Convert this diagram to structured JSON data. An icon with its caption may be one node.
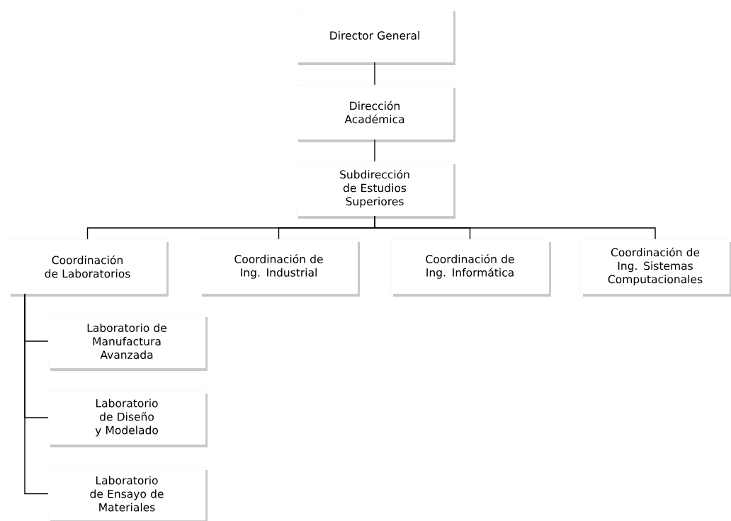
{
  "diagram": {
    "nodes": [
      {
        "text": [
          "Director General"
        ]
      },
      {
        "text": [
          "Dirección Académica"
        ]
      },
      {
        "text": [
          "Subdirección de Estudios Superiores"
        ]
      },
      {
        "text": [
          "Coordinación de Laboratorios"
        ]
      },
      {
        "text": [
          "Coordinación de Ing. Industrial"
        ]
      },
      {
        "text": [
          "Coordinación de Ing. Informática"
        ]
      },
      {
        "text": [
          "Coordinación de Ing. Sistemas Computacionales"
        ]
      },
      {
        "text": [
          "Laboratorio de Manufactura Avanzada"
        ]
      },
      {
        "text": [
          "Laboratorio de Diseño y Modelado"
        ]
      },
      {
        "text": [
          "Laboratorio de Ensayo de Materiales"
        ]
      }
    ],
    "edges": [
      {
        "from": 0,
        "to": 1,
        "arrow": "none"
      },
      {
        "from": 1,
        "to": 2,
        "arrow": "none"
      },
      {
        "from": 2,
        "to": 3,
        "arrow": "none"
      },
      {
        "from": 2,
        "to": 4,
        "arrow": "none"
      },
      {
        "from": 2,
        "to": 5,
        "arrow": "none"
      },
      {
        "from": 2,
        "to": 6,
        "arrow": "none"
      },
      {
        "from": 3,
        "to": 7,
        "arrow": "none"
      },
      {
        "from": 3,
        "to": 8,
        "arrow": "none"
      },
      {
        "from": 3,
        "to": 9,
        "arrow": "none"
      }
    ]
  }
}
